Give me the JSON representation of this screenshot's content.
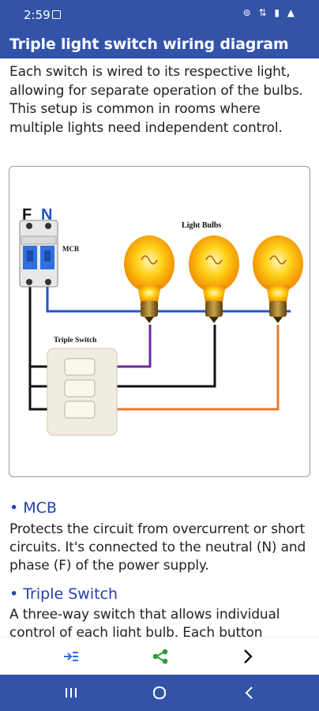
{
  "status_bar": {
    "time": "2:59",
    "icons": "⊚ ⇅ ▮ ▲"
  },
  "header": {
    "title": "Triple light switch wiring diagram"
  },
  "intro": "Each switch is wired to its respective light, allowing for separate operation of the bulbs. This setup is common in rooms where multiple lights need independent control.",
  "diagram": {
    "labels": {
      "f": "F",
      "n": "N",
      "mcb": "MCB",
      "light_bulbs": "Light Bulbs",
      "triple_switch": "Triple Switch"
    },
    "colors": {
      "wire_blue": "#1f55c8",
      "wire_black": "#111111",
      "wire_purple": "#6a2aa0",
      "wire_orange": "#e87a2a",
      "mcb_blue": "#2f6fe0",
      "bulb_glow": "#ffcc00"
    }
  },
  "sections": [
    {
      "heading": "• MCB",
      "text": "Protects the circuit from overcurrent or short circuits. It's connected to the neutral (N) and phase (F) of the power supply."
    },
    {
      "heading": "• Triple Switch",
      "text": "A three-way switch that allows individual control of each light bulb. Each button"
    }
  ],
  "toolbar": {
    "icons": [
      "next-page-icon",
      "share-icon",
      "chevron-right-icon"
    ]
  },
  "nav": {
    "icons": [
      "recent-apps-icon",
      "home-icon",
      "back-icon"
    ]
  }
}
